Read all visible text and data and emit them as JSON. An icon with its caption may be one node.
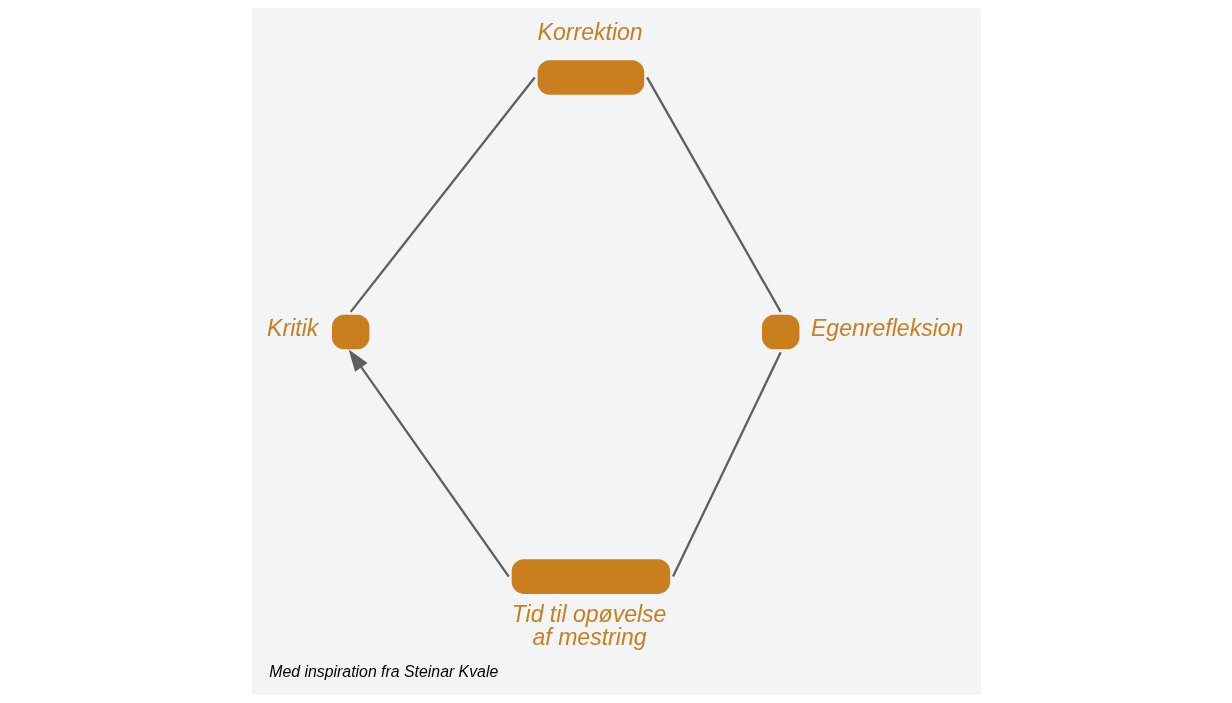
{
  "diagram": {
    "caption": "Med inspiration fra Steinar Kvale",
    "nodes": [
      {
        "text": [
          "Tid til opøvelse af mestring"
        ]
      },
      {
        "text": [
          "Kritik"
        ]
      },
      {
        "text": [
          "Korrektion"
        ]
      },
      {
        "text": [
          "Egenrefleksion"
        ]
      }
    ],
    "edges": [
      {
        "from": 0,
        "to": 1,
        "arrow": "to"
      },
      {
        "from": 1,
        "to": 2,
        "arrow": "none"
      },
      {
        "from": 2,
        "to": 3,
        "arrow": "none"
      },
      {
        "from": 3,
        "to": 0,
        "arrow": "none"
      }
    ]
  }
}
